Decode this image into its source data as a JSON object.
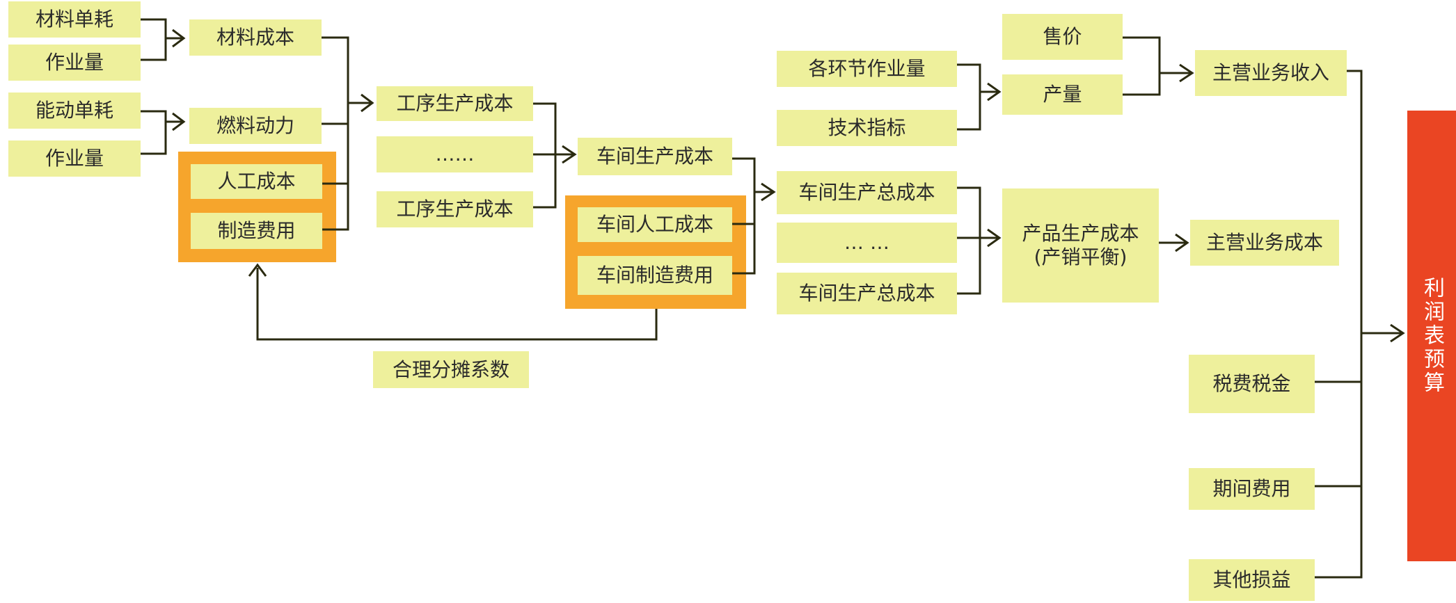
{
  "nodes": {
    "material_unit_consumption": "材料单耗",
    "workload_1": "作业量",
    "energy_unit_consumption": "能动单耗",
    "workload_2": "作业量",
    "material_cost": "材料成本",
    "fuel_power": "燃料动力",
    "labor_cost": "人工成本",
    "manufacturing_expense": "制造费用",
    "process_cost_1": "工序生产成本",
    "process_ellipsis": "……",
    "process_cost_2": "工序生产成本",
    "workshop_cost": "车间生产成本",
    "workshop_labor_cost": "车间人工成本",
    "workshop_manufacturing_expense": "车间制造费用",
    "allocation_coefficient": "合理分摊系数",
    "link_workload": "各环节作业量",
    "tech_indicators": "技术指标",
    "workshop_total_cost_1": "车间生产总成本",
    "workshop_total_ellipsis": "… …",
    "workshop_total_cost_2": "车间生产总成本",
    "price": "售价",
    "output": "产量",
    "product_cost": "产品生产成本\n(产销平衡)",
    "main_revenue": "主营业务收入",
    "main_cost": "主营业务成本",
    "taxes": "税费税金",
    "period_expense": "期间费用",
    "other_gains_losses": "其他损益",
    "profit_budget": "利润表预算"
  },
  "colors": {
    "box_fill": "#eef09c",
    "frame_fill": "#f6a52c",
    "profit_fill": "#ea4523",
    "line": "#2a2a10"
  }
}
